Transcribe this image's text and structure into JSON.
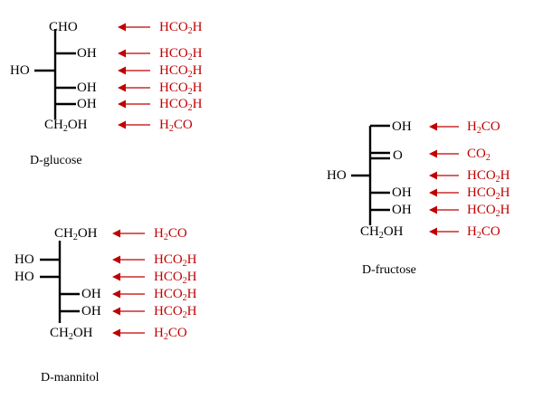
{
  "colors": {
    "ink": "#000000",
    "arrow_red": "#c00000"
  },
  "glucose": {
    "name": "D-glucose",
    "top": "CHO",
    "oh": "OH",
    "ho": "HO",
    "ch2oh": {
      "a": "CH",
      "sub": "2",
      "b": "OH"
    },
    "products": [
      {
        "a": "HCO",
        "sub": "2",
        "b": "H"
      },
      {
        "a": "HCO",
        "sub": "2",
        "b": "H"
      },
      {
        "a": "HCO",
        "sub": "2",
        "b": "H"
      },
      {
        "a": "HCO",
        "sub": "2",
        "b": "H"
      },
      {
        "a": "HCO",
        "sub": "2",
        "b": "H"
      },
      {
        "a": "H",
        "sub": "2",
        "b": "CO"
      }
    ]
  },
  "fructose": {
    "name": "D-fructose",
    "oh": "OH",
    "o": "O",
    "ho": "HO",
    "ch2oh": {
      "a": "CH",
      "sub": "2",
      "b": "OH"
    },
    "products": [
      {
        "a": "H",
        "sub": "2",
        "b": "CO"
      },
      {
        "a": "CO",
        "sub": "2",
        "b": ""
      },
      {
        "a": "HCO",
        "sub": "2",
        "b": "H"
      },
      {
        "a": "HCO",
        "sub": "2",
        "b": "H"
      },
      {
        "a": "HCO",
        "sub": "2",
        "b": "H"
      },
      {
        "a": "H",
        "sub": "2",
        "b": "CO"
      }
    ]
  },
  "mannitol": {
    "name": "D-mannitol",
    "oh": "OH",
    "ho": "HO",
    "ch2oh": {
      "a": "CH",
      "sub": "2",
      "b": "OH"
    },
    "products": [
      {
        "a": "H",
        "sub": "2",
        "b": "CO"
      },
      {
        "a": "HCO",
        "sub": "2",
        "b": "H"
      },
      {
        "a": "HCO",
        "sub": "2",
        "b": "H"
      },
      {
        "a": "HCO",
        "sub": "2",
        "b": "H"
      },
      {
        "a": "HCO",
        "sub": "2",
        "b": "H"
      },
      {
        "a": "H",
        "sub": "2",
        "b": "CO"
      }
    ]
  }
}
